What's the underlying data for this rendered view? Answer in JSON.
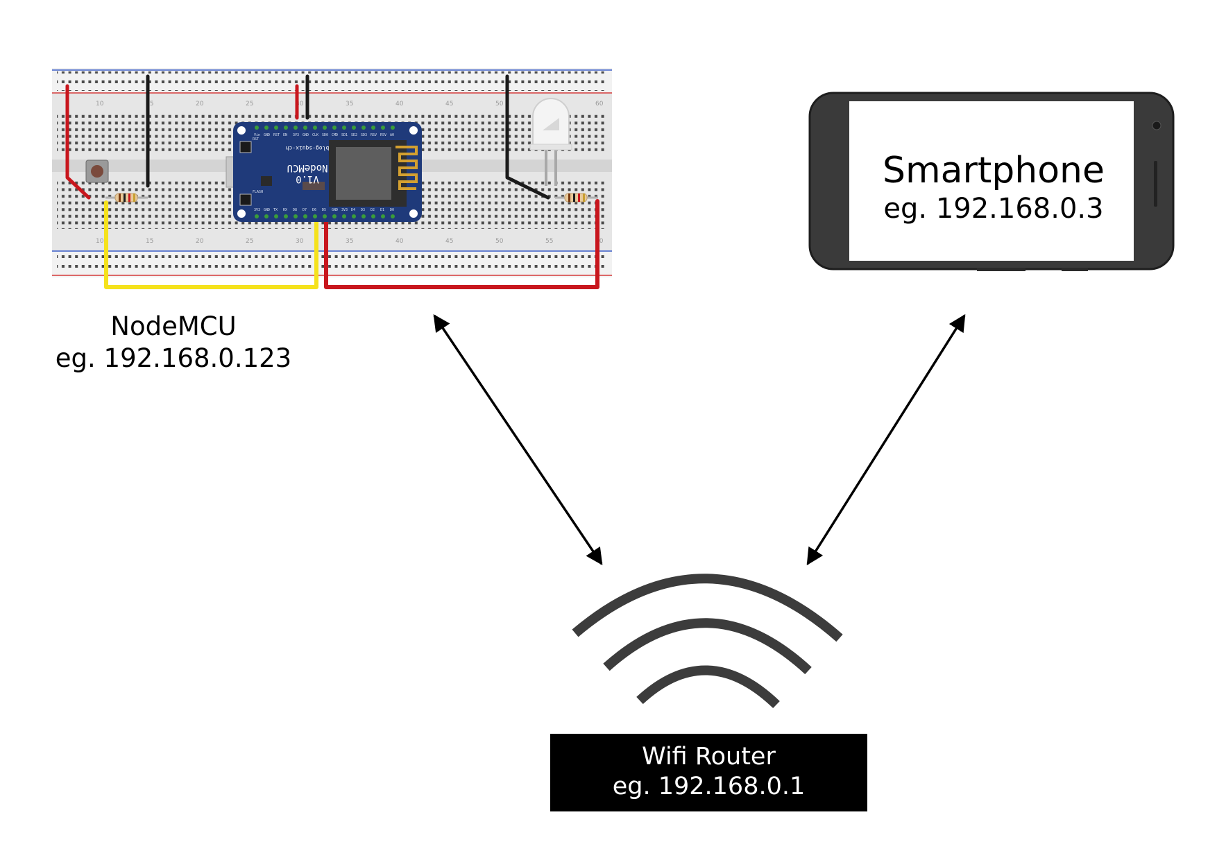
{
  "nodes": {
    "nodemcu": {
      "name": "NodeMCU",
      "ip": "eg. 192.168.0.123"
    },
    "smartphone": {
      "name": "Smartphone",
      "ip": "eg. 192.168.0.3"
    },
    "router": {
      "name": "Wifi Router",
      "ip": "eg. 192.168.0.1"
    }
  },
  "board": {
    "model": "NodeMCU",
    "version": "V1.0",
    "site": "blog-squix-ch",
    "pins_top": [
      "Vin",
      "GND",
      "RST",
      "EN",
      "3V3",
      "GND",
      "CLK",
      "SD0",
      "CMD",
      "SD1",
      "SD2",
      "SD3",
      "RSV",
      "RSV",
      "A0"
    ],
    "pins_bottom": [
      "3V3",
      "GND",
      "TX",
      "RX",
      "D8",
      "D7",
      "D6",
      "D5",
      "GND",
      "3V3",
      "D4",
      "D3",
      "D2",
      "D1",
      "D0"
    ],
    "buttons": [
      "RST",
      "FLASH"
    ]
  },
  "breadboard_column_numbers": [
    "10",
    "15",
    "20",
    "25",
    "30",
    "35",
    "40",
    "45",
    "50",
    "55",
    "60"
  ],
  "connections": [
    {
      "from": "nodemcu",
      "to": "router"
    },
    {
      "from": "smartphone",
      "to": "router"
    }
  ],
  "colors": {
    "wire_red": "#c8161d",
    "wire_black": "#1a1a1a",
    "wire_yellow": "#f5e21c",
    "board_blue": "#1f3a7a",
    "wifi_arc": "#3c3c3c",
    "breadboard": "#e6e6e6"
  }
}
